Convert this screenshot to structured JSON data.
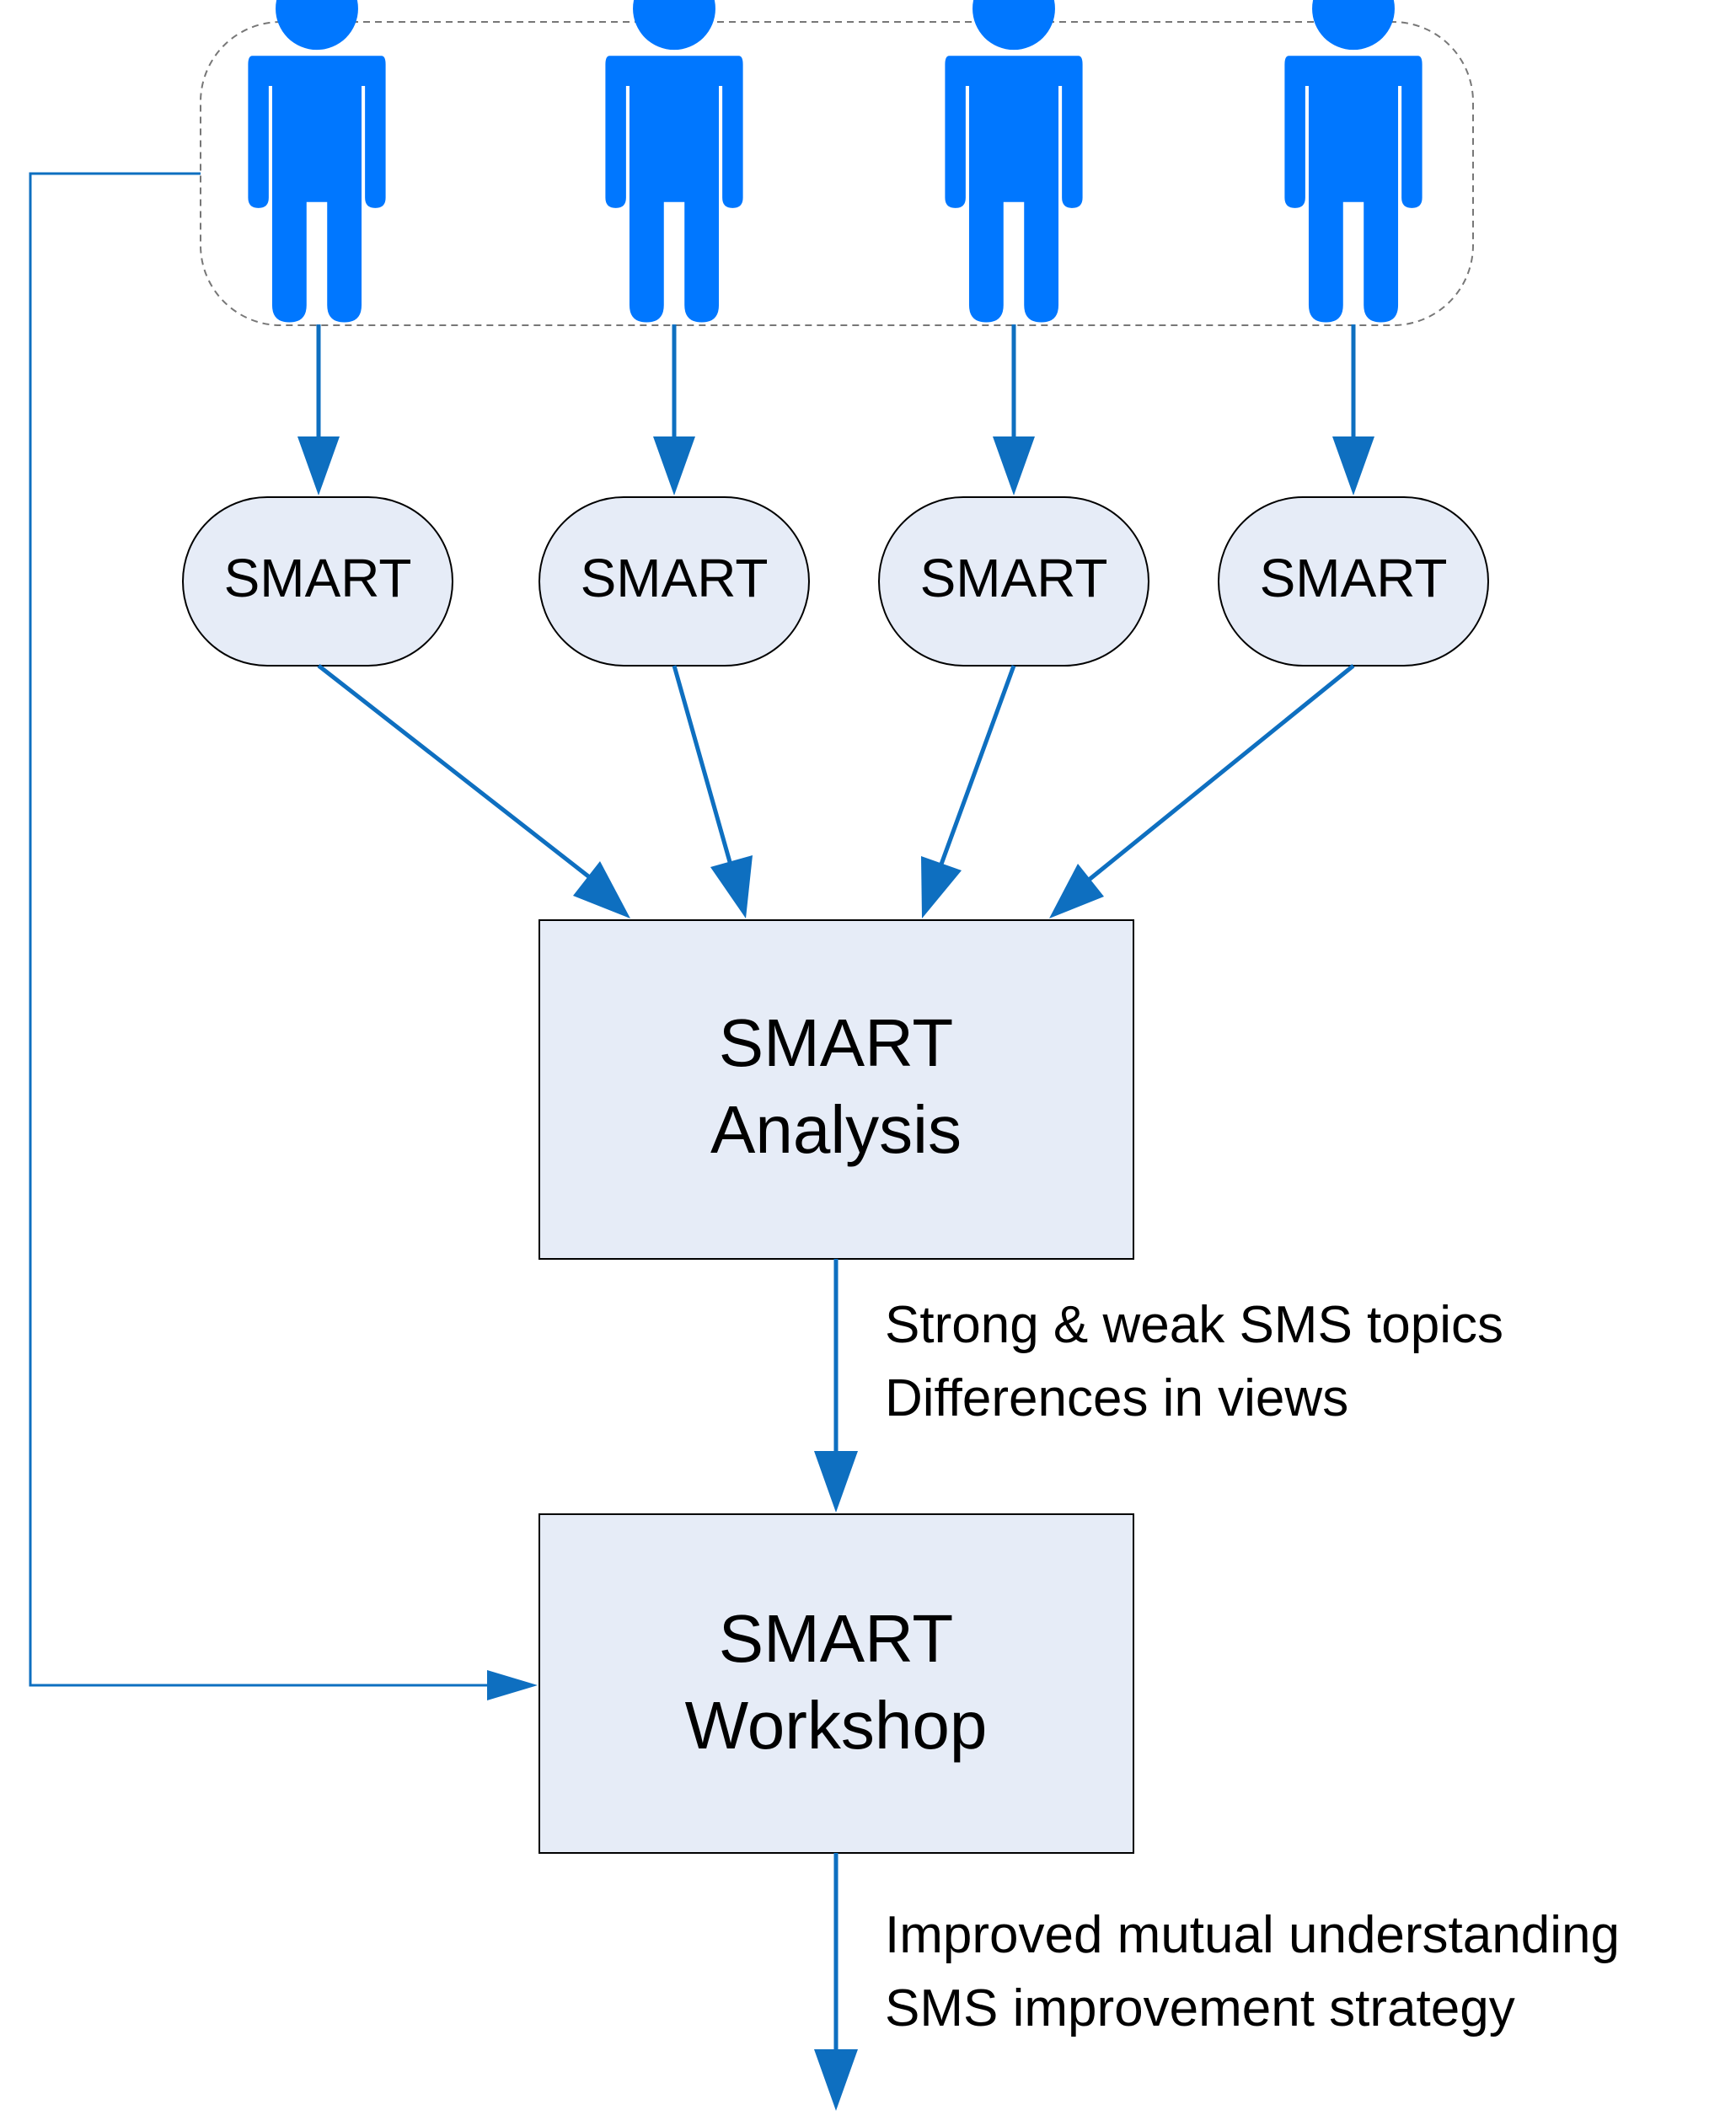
{
  "diagram": {
    "participants": [
      {
        "id": "person-1",
        "icon": "person-icon"
      },
      {
        "id": "person-2",
        "icon": "person-icon"
      },
      {
        "id": "person-3",
        "icon": "person-icon"
      },
      {
        "id": "person-4",
        "icon": "person-icon"
      }
    ],
    "smart_nodes": [
      {
        "label": "SMART"
      },
      {
        "label": "SMART"
      },
      {
        "label": "SMART"
      },
      {
        "label": "SMART"
      }
    ],
    "analysis_box": {
      "line1": "SMART",
      "line2": "Analysis"
    },
    "workshop_box": {
      "line1": "SMART",
      "line2": "Workshop"
    },
    "analysis_output": {
      "line1": "Strong & weak SMS topics",
      "line2": "Differences in views"
    },
    "workshop_output": {
      "line1": "Improved mutual understanding",
      "line2": "SMS improvement strategy"
    },
    "colors": {
      "person": "#0077FF",
      "arrow": "#0E6FC0",
      "box_fill": "#E6ECF7",
      "node_fill": "#E6ECF7",
      "outline": "#000000"
    }
  }
}
